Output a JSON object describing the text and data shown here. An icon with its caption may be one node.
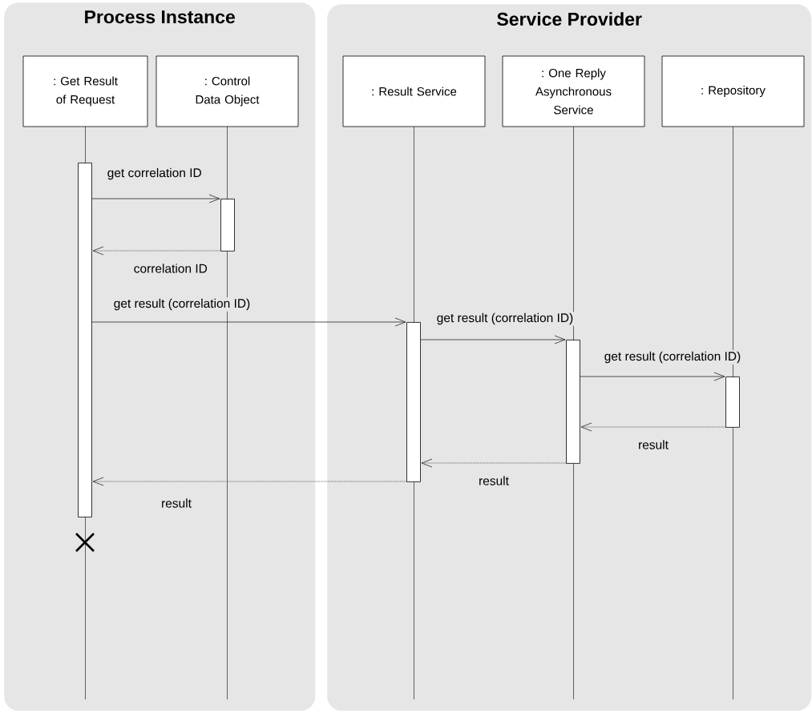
{
  "diagram": {
    "nodes": [
      {
        "text": [
          "Process Instance"
        ]
      },
      {
        "text": [
          ": Get Result of Request"
        ],
        "in": 0
      },
      {
        "text": [
          ": Control Data Object"
        ],
        "in": 0
      },
      {
        "text": [
          "Service Provider"
        ]
      },
      {
        "text": [
          ": Result Service"
        ],
        "in": 3
      },
      {
        "text": [
          ": One Reply Asynchronous Service"
        ],
        "in": 3
      },
      {
        "text": [
          ": Repository"
        ],
        "in": 3
      },
      {
        "text": [],
        "shape": "bar",
        "in": 0
      },
      {
        "text": [],
        "shape": "bar",
        "in": 0
      },
      {
        "text": [],
        "shape": "bar",
        "in": 3
      },
      {
        "text": [],
        "shape": "bar",
        "in": 3
      },
      {
        "text": [],
        "shape": "bar",
        "in": 3
      }
    ],
    "edges": [
      {
        "from": 7,
        "to": 8,
        "arrow": "to",
        "label": "get correlation ID"
      },
      {
        "from": 8,
        "to": 7,
        "arrow": "to",
        "label": "correlation ID",
        "style": "dashed"
      },
      {
        "from": 7,
        "to": 9,
        "arrow": "to",
        "label": "get result  (correlation ID)"
      },
      {
        "from": 9,
        "to": 10,
        "arrow": "to",
        "label": "get result (correlation ID)"
      },
      {
        "from": 10,
        "to": 11,
        "arrow": "to",
        "label": "get result (correlation ID)"
      },
      {
        "from": 11,
        "to": 10,
        "arrow": "to",
        "label": "result",
        "style": "dashed"
      },
      {
        "from": 10,
        "to": 9,
        "arrow": "to",
        "label": "result",
        "style": "dashed"
      },
      {
        "from": 9,
        "to": 7,
        "arrow": "to",
        "label": "result",
        "style": "dashed"
      }
    ]
  }
}
